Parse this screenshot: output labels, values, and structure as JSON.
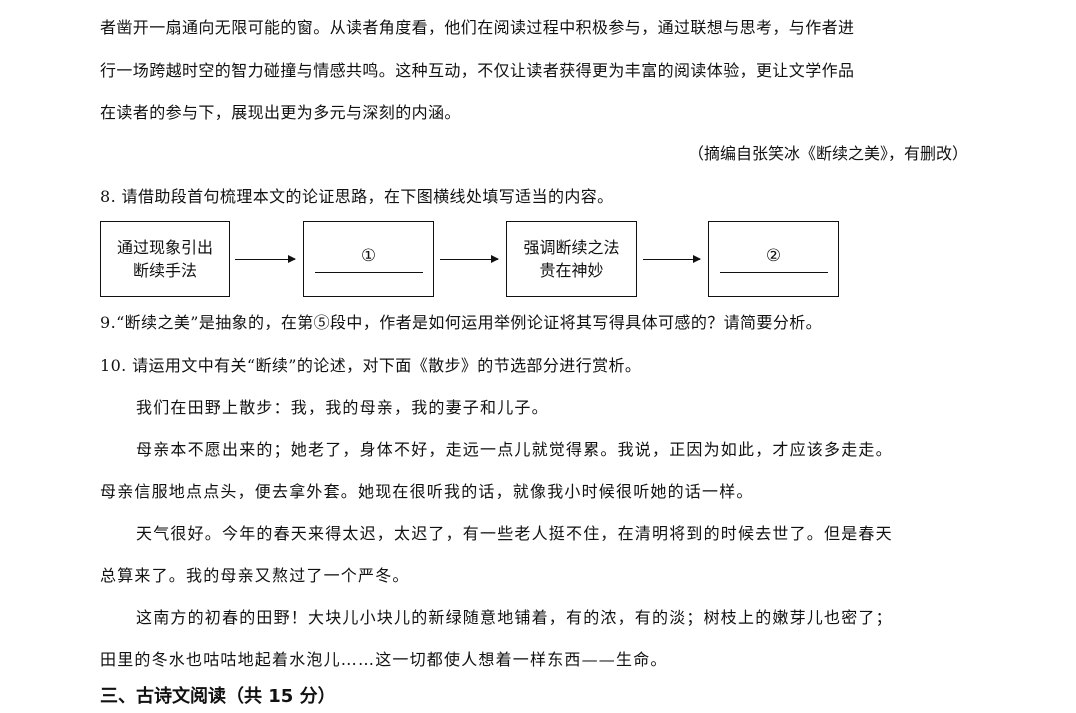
{
  "passage": {
    "lines": [
      "者凿开一扇通向无限可能的窗。从读者角度看，他们在阅读过程中积极参与，通过联想与思考，与作者进",
      "行一场跨越时空的智力碰撞与情感共鸣。这种互动，不仅让读者获得更为丰富的阅读体验，更让文学作品",
      "在读者的参与下，展现出更为多元与深刻的内涵。"
    ],
    "source": "（摘编自张笑冰《断续之美》，有删改）"
  },
  "questions": {
    "q8": "8. 请借助段首句梳理本文的论证思路，在下图横线处填写适当的内容。",
    "q9": "9.“断续之美”是抽象的，在第⑤段中，作者是如何运用举例论证将其写得具体可感的？请简要分析。",
    "q10": "10. 请运用文中有关“断续”的论述，对下面《散步》的节选部分进行赏析。"
  },
  "flowchart": {
    "box1": [
      "通过现象引出",
      "断续手法"
    ],
    "box2_mark": "①",
    "box3": [
      "强调断续之法",
      "贵在神妙"
    ],
    "box4_mark": "②"
  },
  "excerpt": {
    "lines": [
      "我们在田野上散步：我，我的母亲，我的妻子和儿子。",
      "母亲本不愿出来的；她老了，身体不好，走远一点儿就觉得累。我说，正因为如此，才应该多走走。",
      "母亲信服地点点头，便去拿外套。她现在很听我的话，就像我小时候很听她的话一样。",
      "天气很好。今年的春天来得太迟，太迟了，有一些老人挺不住，在清明将到的时候去世了。但是春天",
      "总算来了。我的母亲又熬过了一个严冬。",
      "这南方的初春的田野！大块儿小块儿的新绿随意地铺着，有的浓，有的淡；树枝上的嫩芽儿也密了；",
      "田里的冬水也咕咕地起着水泡儿……这一切都使人想着一样东西——生命。"
    ]
  },
  "section": {
    "heading": "三、古诗文阅读（共 15 分）"
  }
}
